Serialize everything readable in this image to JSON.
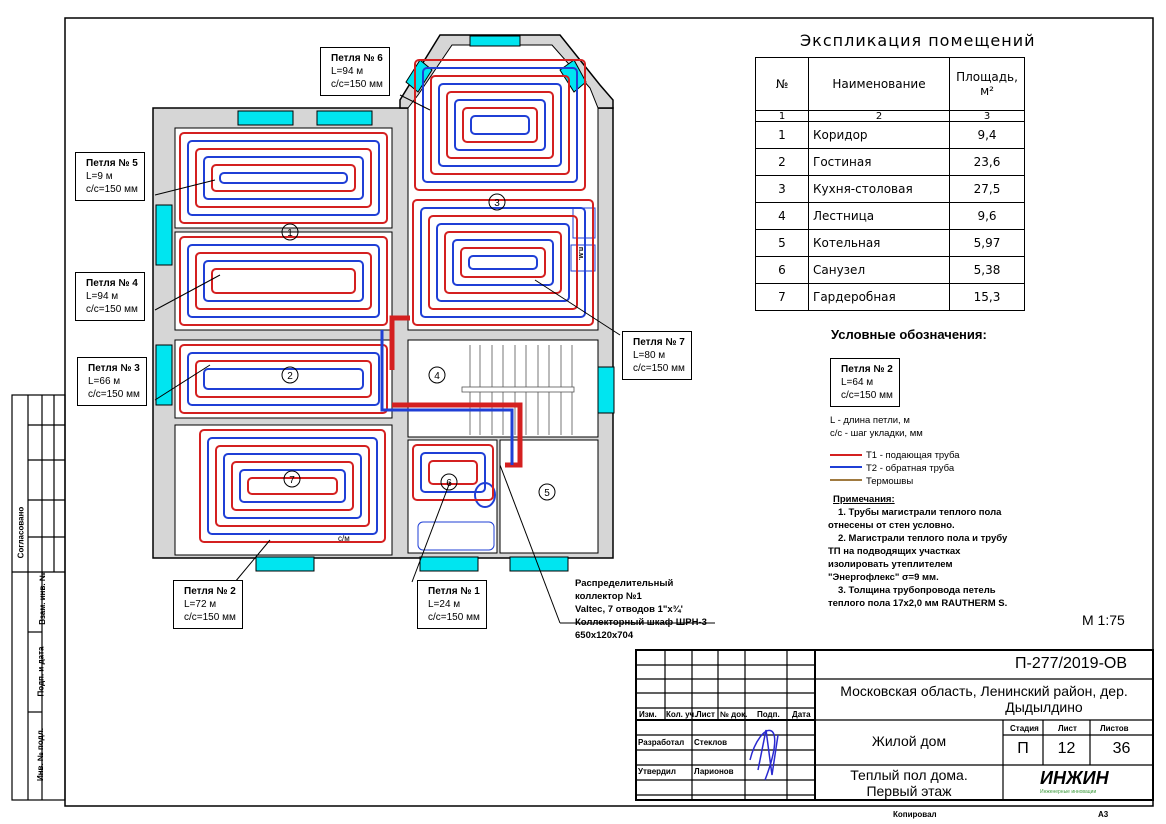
{
  "explication": {
    "title": "Экспликация помещений",
    "headers": [
      "№",
      "Наименование",
      "Площадь, м²"
    ],
    "col_numbers": [
      "1",
      "2",
      "3"
    ],
    "rows": [
      {
        "n": "1",
        "name": "Коридор",
        "area": "9,4"
      },
      {
        "n": "2",
        "name": "Гостиная",
        "area": "23,6"
      },
      {
        "n": "3",
        "name": "Кухня-столовая",
        "area": "27,5"
      },
      {
        "n": "4",
        "name": "Лестница",
        "area": "9,6"
      },
      {
        "n": "5",
        "name": "Котельная",
        "area": "5,97"
      },
      {
        "n": "6",
        "name": "Санузел",
        "area": "5,38"
      },
      {
        "n": "7",
        "name": "Гардеробная",
        "area": "15,3"
      }
    ]
  },
  "loops": [
    {
      "title": "Петля № 5",
      "length": "L=9 м",
      "step": "c/c=150 мм"
    },
    {
      "title": "Петля № 4",
      "length": "L=94 м",
      "step": "c/c=150 мм"
    },
    {
      "title": "Петля № 3",
      "length": "L=66 м",
      "step": "c/c=150 мм"
    },
    {
      "title": "Петля № 2",
      "length": "L=72 м",
      "step": "c/c=150 мм"
    },
    {
      "title": "Петля № 1",
      "length": "L=24 м",
      "step": "c/c=150 мм"
    },
    {
      "title": "Петля № 6",
      "length": "L=94 м",
      "step": "c/c=150 мм"
    },
    {
      "title": "Петля № 7",
      "length": "L=80 м",
      "step": "c/c=150 мм"
    }
  ],
  "room_marks": [
    "1",
    "2",
    "3",
    "4",
    "5",
    "6",
    "7"
  ],
  "plan_text": {
    "closet": "с/м",
    "boiler": "п.м."
  },
  "collector": [
    "Распределительный",
    "коллектор №1",
    "Valtec, 7 отводов 1\"x¾'",
    "Коллекторный шкаф ШРН-3",
    "650x120x704"
  ],
  "legend": {
    "title": "Условные обозначения:",
    "sample": {
      "title": "Петля № 2",
      "length": "L=64 м",
      "step": "c/c=150 мм"
    },
    "l_desc": "L - длина петли, м",
    "cc_desc": "c/c - шаг укладки, мм",
    "lines": [
      {
        "label": "Т1 - подающая труба",
        "color": "#d42020"
      },
      {
        "label": "Т2 - обратная труба",
        "color": "#1f3fd6"
      },
      {
        "label": "Термошвы",
        "color": "#a07a40"
      }
    ]
  },
  "notes": {
    "title": "Примечания:",
    "lines": [
      "1.    Трубы магистрали теплого пола",
      "отнесены от стен условно.",
      "2.    Магистрали теплого пола и трубу",
      "ТП на подводящих участках",
      "изолировать утеплителем",
      "\"Энергофлекс\" σ=9 мм.",
      "3.    Толщина трубопровода петель",
      "теплого пола 17x2,0 мм RAUTHERM S."
    ]
  },
  "scale": "М 1:75",
  "stamp": {
    "code": "П-277/2019-ОВ",
    "address": [
      "Московская область, Ленинский район, дер.",
      "Дыдылдино"
    ],
    "building": "Жилой дом",
    "sheet_title": [
      "Теплый пол дома.",
      "Первый этаж"
    ],
    "col_headers": [
      "Изм.",
      "Кол. уч.",
      "Лист",
      "№ док.",
      "Подп.",
      "Дата"
    ],
    "developed_label": "Разработал",
    "developed_name": "Стеклов",
    "approved_label": "Утвердил",
    "approved_name": "Ларионов",
    "stage_label": "Стадия",
    "sheet_label": "Лист",
    "sheets_label": "Листов",
    "stage": "П",
    "sheet": "12",
    "sheets": "36",
    "logo": "ИНЖИН",
    "logo_sub": "Инженерные инновации",
    "copied": "Копировал",
    "format": "А3"
  },
  "side_stamp": [
    "Согласовано",
    "Взам. инв. №",
    "Подп. и дата",
    "Инв. № подл."
  ]
}
